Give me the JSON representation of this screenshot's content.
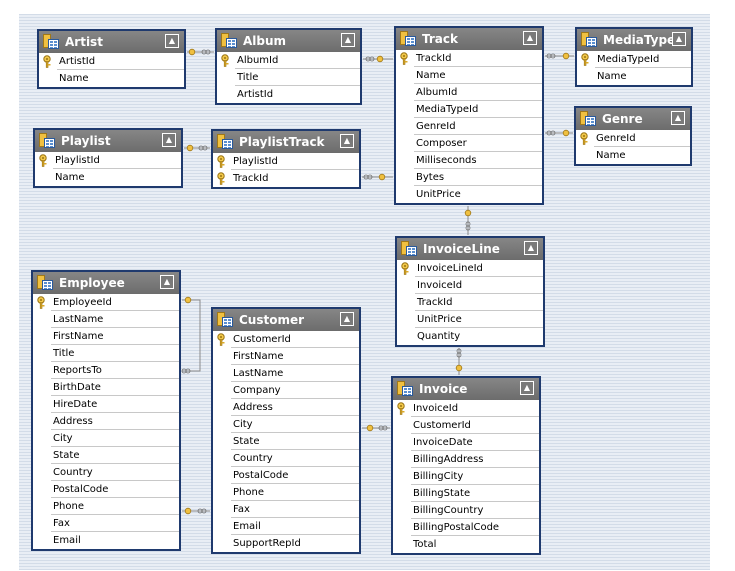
{
  "diagram": {
    "tables": [
      {
        "id": "artist",
        "title": "Artist",
        "fields": [
          {
            "name": "ArtistId",
            "pk": true
          },
          {
            "name": "Name",
            "pk": false
          }
        ]
      },
      {
        "id": "album",
        "title": "Album",
        "fields": [
          {
            "name": "AlbumId",
            "pk": true
          },
          {
            "name": "Title",
            "pk": false
          },
          {
            "name": "ArtistId",
            "pk": false
          }
        ]
      },
      {
        "id": "track",
        "title": "Track",
        "fields": [
          {
            "name": "TrackId",
            "pk": true
          },
          {
            "name": "Name",
            "pk": false
          },
          {
            "name": "AlbumId",
            "pk": false
          },
          {
            "name": "MediaTypeId",
            "pk": false
          },
          {
            "name": "GenreId",
            "pk": false
          },
          {
            "name": "Composer",
            "pk": false
          },
          {
            "name": "Milliseconds",
            "pk": false
          },
          {
            "name": "Bytes",
            "pk": false
          },
          {
            "name": "UnitPrice",
            "pk": false
          }
        ]
      },
      {
        "id": "mediatype",
        "title": "MediaType",
        "fields": [
          {
            "name": "MediaTypeId",
            "pk": true
          },
          {
            "name": "Name",
            "pk": false
          }
        ]
      },
      {
        "id": "genre",
        "title": "Genre",
        "fields": [
          {
            "name": "GenreId",
            "pk": true
          },
          {
            "name": "Name",
            "pk": false
          }
        ]
      },
      {
        "id": "playlist",
        "title": "Playlist",
        "fields": [
          {
            "name": "PlaylistId",
            "pk": true
          },
          {
            "name": "Name",
            "pk": false
          }
        ]
      },
      {
        "id": "playlisttrack",
        "title": "PlaylistTrack",
        "fields": [
          {
            "name": "PlaylistId",
            "pk": true
          },
          {
            "name": "TrackId",
            "pk": true
          }
        ]
      },
      {
        "id": "invoiceline",
        "title": "InvoiceLine",
        "fields": [
          {
            "name": "InvoiceLineId",
            "pk": true
          },
          {
            "name": "InvoiceId",
            "pk": false
          },
          {
            "name": "TrackId",
            "pk": false
          },
          {
            "name": "UnitPrice",
            "pk": false
          },
          {
            "name": "Quantity",
            "pk": false
          }
        ]
      },
      {
        "id": "employee",
        "title": "Employee",
        "fields": [
          {
            "name": "EmployeeId",
            "pk": true
          },
          {
            "name": "LastName",
            "pk": false
          },
          {
            "name": "FirstName",
            "pk": false
          },
          {
            "name": "Title",
            "pk": false
          },
          {
            "name": "ReportsTo",
            "pk": false
          },
          {
            "name": "BirthDate",
            "pk": false
          },
          {
            "name": "HireDate",
            "pk": false
          },
          {
            "name": "Address",
            "pk": false
          },
          {
            "name": "City",
            "pk": false
          },
          {
            "name": "State",
            "pk": false
          },
          {
            "name": "Country",
            "pk": false
          },
          {
            "name": "PostalCode",
            "pk": false
          },
          {
            "name": "Phone",
            "pk": false
          },
          {
            "name": "Fax",
            "pk": false
          },
          {
            "name": "Email",
            "pk": false
          }
        ]
      },
      {
        "id": "customer",
        "title": "Customer",
        "fields": [
          {
            "name": "CustomerId",
            "pk": true
          },
          {
            "name": "FirstName",
            "pk": false
          },
          {
            "name": "LastName",
            "pk": false
          },
          {
            "name": "Company",
            "pk": false
          },
          {
            "name": "Address",
            "pk": false
          },
          {
            "name": "City",
            "pk": false
          },
          {
            "name": "State",
            "pk": false
          },
          {
            "name": "Country",
            "pk": false
          },
          {
            "name": "PostalCode",
            "pk": false
          },
          {
            "name": "Phone",
            "pk": false
          },
          {
            "name": "Fax",
            "pk": false
          },
          {
            "name": "Email",
            "pk": false
          },
          {
            "name": "SupportRepId",
            "pk": false
          }
        ]
      },
      {
        "id": "invoice",
        "title": "Invoice",
        "fields": [
          {
            "name": "InvoiceId",
            "pk": true
          },
          {
            "name": "CustomerId",
            "pk": false
          },
          {
            "name": "InvoiceDate",
            "pk": false
          },
          {
            "name": "BillingAddress",
            "pk": false
          },
          {
            "name": "BillingCity",
            "pk": false
          },
          {
            "name": "BillingState",
            "pk": false
          },
          {
            "name": "BillingCountry",
            "pk": false
          },
          {
            "name": "BillingPostalCode",
            "pk": false
          },
          {
            "name": "Total",
            "pk": false
          }
        ]
      }
    ],
    "relationships": [
      {
        "from": "artist",
        "to": "album"
      },
      {
        "from": "album",
        "to": "track"
      },
      {
        "from": "mediatype",
        "to": "track"
      },
      {
        "from": "genre",
        "to": "track"
      },
      {
        "from": "playlist",
        "to": "playlisttrack"
      },
      {
        "from": "track",
        "to": "playlisttrack"
      },
      {
        "from": "track",
        "to": "invoiceline"
      },
      {
        "from": "invoice",
        "to": "invoiceline"
      },
      {
        "from": "customer",
        "to": "invoice"
      },
      {
        "from": "employee",
        "to": "customer"
      },
      {
        "from": "employee",
        "to": "employee"
      }
    ],
    "collapse_glyph": "▲",
    "colors": {
      "header": "#777777",
      "border": "#1f3a6e",
      "key": "#e0b030",
      "canvas": "#e9eef5"
    }
  }
}
